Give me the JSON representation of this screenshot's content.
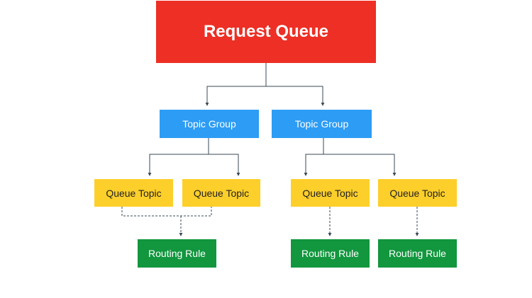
{
  "diagram": {
    "root": {
      "label": "Request Queue",
      "color": "#ed2f25"
    },
    "groups": [
      {
        "label": "Topic Group",
        "color": "#2d9cf4"
      },
      {
        "label": "Topic Group",
        "color": "#2d9cf4"
      }
    ],
    "topics": [
      {
        "label": "Queue Topic",
        "color": "#fdcf2a"
      },
      {
        "label": "Queue Topic",
        "color": "#fdcf2a"
      },
      {
        "label": "Queue Topic",
        "color": "#fdcf2a"
      },
      {
        "label": "Queue Topic",
        "color": "#fdcf2a"
      }
    ],
    "rules": [
      {
        "label": "Routing Rule",
        "color": "#12963e"
      },
      {
        "label": "Routing Rule",
        "color": "#12963e"
      },
      {
        "label": "Routing Rule",
        "color": "#12963e"
      }
    ],
    "edges": [
      {
        "from": "Request Queue",
        "to": "Topic Group 1",
        "style": "solid"
      },
      {
        "from": "Request Queue",
        "to": "Topic Group 2",
        "style": "solid"
      },
      {
        "from": "Topic Group 1",
        "to": "Queue Topic 1",
        "style": "solid"
      },
      {
        "from": "Topic Group 1",
        "to": "Queue Topic 2",
        "style": "solid"
      },
      {
        "from": "Topic Group 2",
        "to": "Queue Topic 3",
        "style": "solid"
      },
      {
        "from": "Topic Group 2",
        "to": "Queue Topic 4",
        "style": "solid"
      },
      {
        "from": "Queue Topic 1",
        "to": "Routing Rule 1",
        "style": "dashed"
      },
      {
        "from": "Queue Topic 2",
        "to": "Routing Rule 1",
        "style": "dashed"
      },
      {
        "from": "Queue Topic 3",
        "to": "Routing Rule 2",
        "style": "dashed"
      },
      {
        "from": "Queue Topic 4",
        "to": "Routing Rule 3",
        "style": "dashed"
      }
    ]
  }
}
